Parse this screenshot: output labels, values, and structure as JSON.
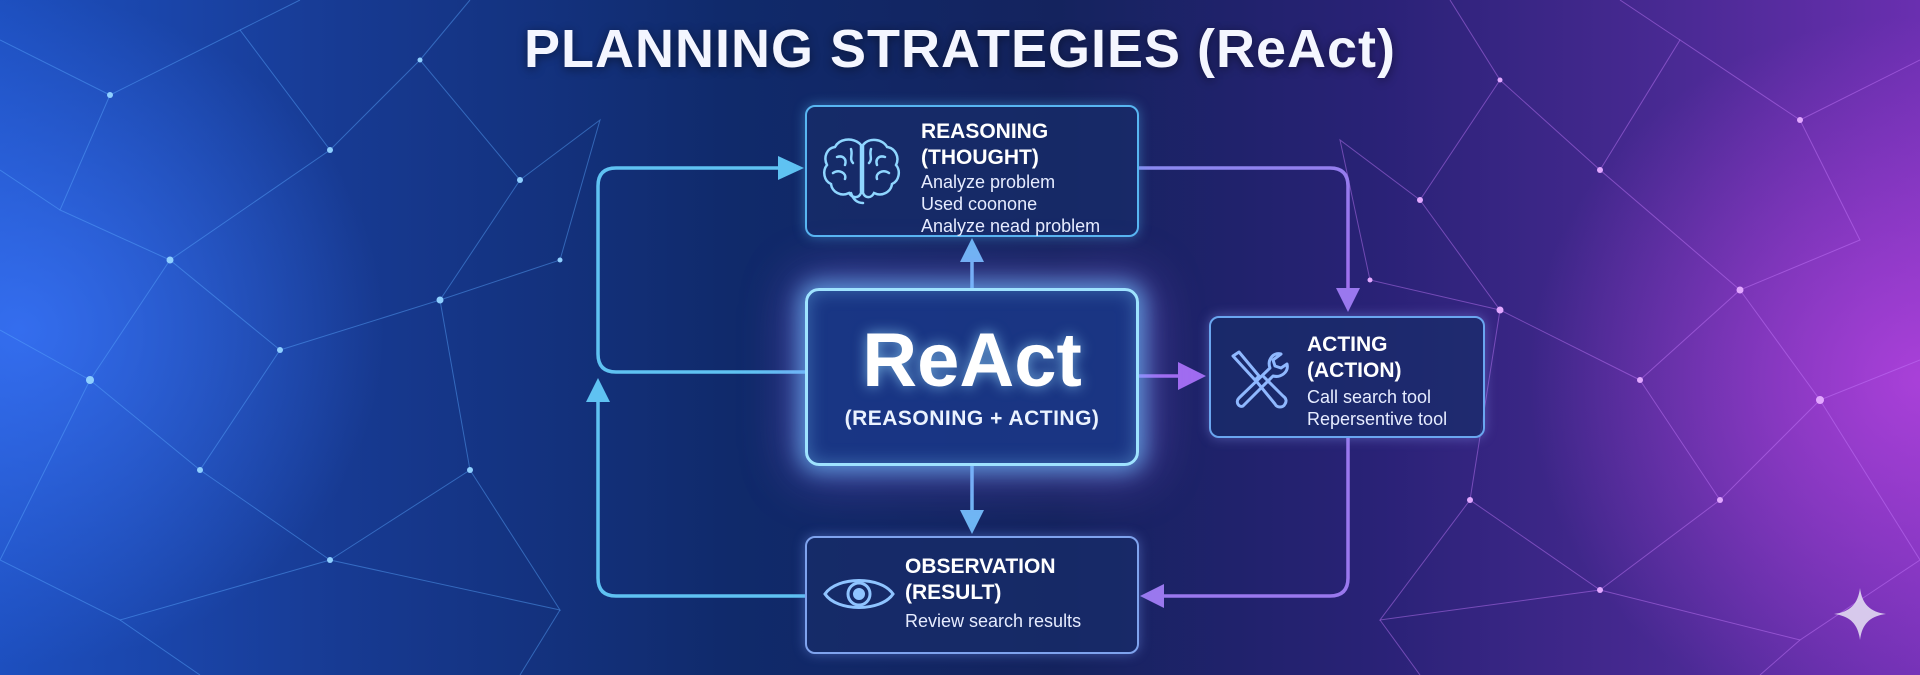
{
  "title": "PLANNING STRATEGIES (ReAct)",
  "center": {
    "name": "ReAct",
    "subtitle": "(REASONING + ACTING)"
  },
  "nodes": {
    "reasoning": {
      "title_line1": "REASONING",
      "title_line2": "(THOUGHT)",
      "lines": [
        "Analyze problem",
        "Used coonone",
        "Analyze nead problem"
      ],
      "icon": "brain-icon"
    },
    "acting": {
      "title_line1": "ACTING",
      "title_line2": "(ACTION)",
      "lines": [
        "Call search tool",
        "Repersentive tool"
      ],
      "icon": "wrench-screwdriver-icon"
    },
    "observation": {
      "title_line1": "OBSERVATION",
      "title_line2": "(RESULT)",
      "lines": [
        "Review search results"
      ],
      "icon": "eye-icon"
    }
  },
  "colors": {
    "loop_left": "#5fc2f2",
    "loop_right": "#9a78ee",
    "core_glow": "#9fe3ff"
  }
}
